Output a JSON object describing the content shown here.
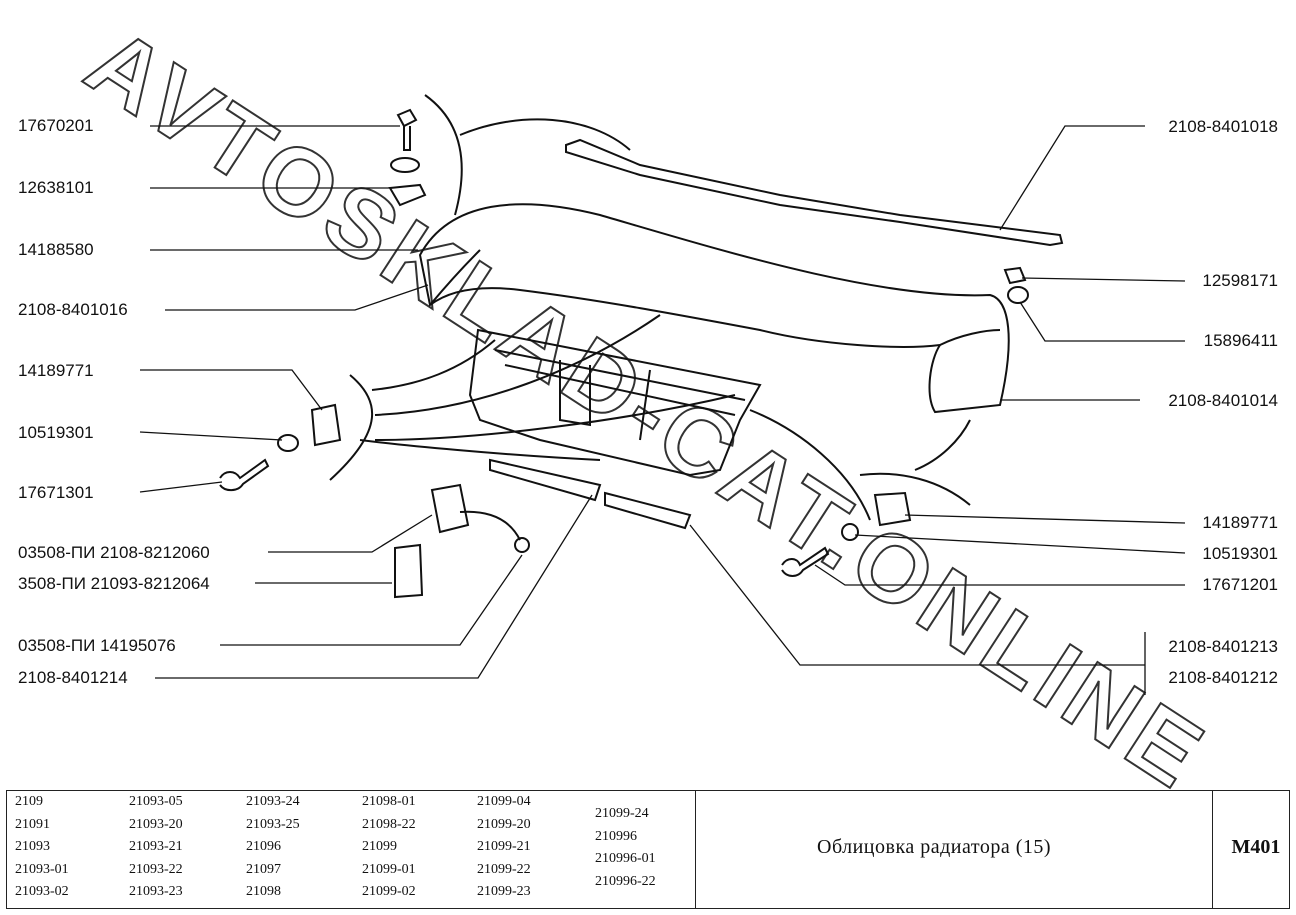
{
  "watermark": "AVTOSKLAD-CAT.ONLINE",
  "labels_left": [
    "17670201",
    "12638101",
    "14188580",
    "2108-8401016",
    "14189771",
    "10519301",
    "17671301",
    "03508-ПИ  2108-8212060",
    "3508-ПИ  21093-8212064",
    "03508-ПИ  14195076",
    "2108-8401214"
  ],
  "labels_right": [
    "2108-8401018",
    "12598171",
    "15896411",
    "2108-8401014",
    "14189771",
    "10519301",
    "17671201",
    "2108-8401213",
    "2108-8401212"
  ],
  "models": [
    [
      "2109",
      "21091",
      "21093",
      "21093-01",
      "21093-02"
    ],
    [
      "21093-05",
      "21093-20",
      "21093-21",
      "21093-22",
      "21093-23"
    ],
    [
      "21093-24",
      "21093-25",
      "21096",
      "21097",
      "21098"
    ],
    [
      "21098-01",
      "21098-22",
      "21099",
      "21099-01",
      "21099-02"
    ],
    [
      "21099-04",
      "21099-20",
      "21099-21",
      "21099-22",
      "21099-23"
    ],
    [
      "21099-24",
      "210996",
      "210996-01",
      "210996-22"
    ]
  ],
  "drawing_title": "Облицовка радиатора (15)",
  "drawing_code": "M401"
}
